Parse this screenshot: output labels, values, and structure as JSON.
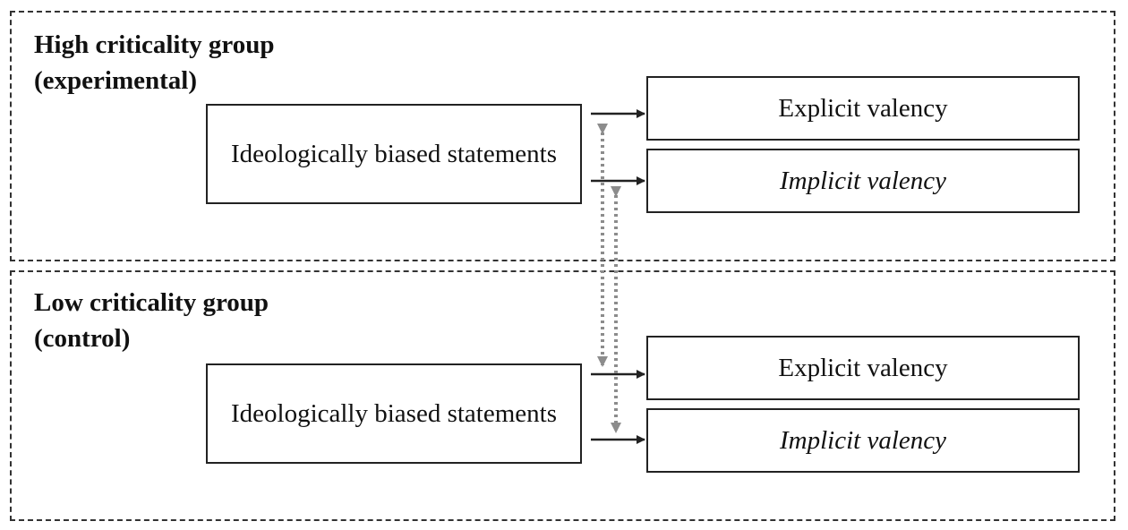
{
  "groups": [
    {
      "title_line1": "High criticality group",
      "title_line2": "(experimental)",
      "source": "Ideologically biased statements",
      "explicit": "Explicit valency",
      "implicit": "Implicit valency"
    },
    {
      "title_line1": "Low criticality group",
      "title_line2": "(control)",
      "source": "Ideologically biased statements",
      "explicit": "Explicit valency",
      "implicit": "Implicit valency"
    }
  ],
  "colors": {
    "solid_arrow": "#222222",
    "dotted_arrow": "#8c8c8c",
    "dashed_border": "#333333"
  }
}
